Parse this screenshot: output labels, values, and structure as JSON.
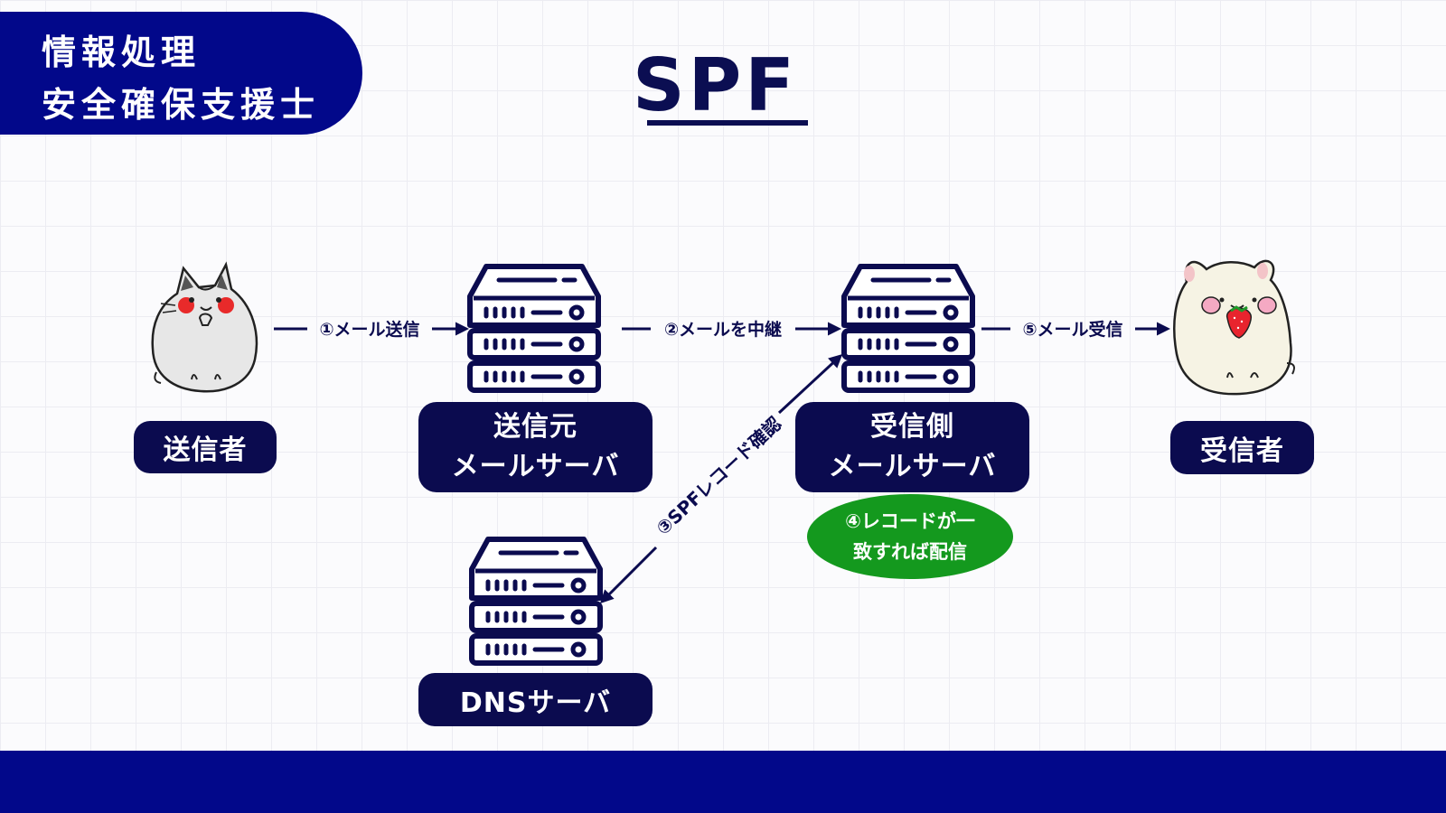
{
  "header": {
    "category_line1": "情報処理",
    "category_line2": "安全確保支援士",
    "title": "SPF"
  },
  "nodes": {
    "sender": "送信者",
    "sending_server_line1": "送信元",
    "sending_server_line2": "メールサーバ",
    "receiving_server_line1": "受信側",
    "receiving_server_line2": "メールサーバ",
    "recipient": "受信者",
    "dns_server": "DNSサーバ"
  },
  "steps": {
    "step1": "①メール送信",
    "step2": "②メールを中継",
    "step3": "③SPFレコード確認",
    "step4_line1": "④レコードが一",
    "step4_line2": "致すれば配信",
    "step5": "⑤メール受信"
  },
  "colors": {
    "brand_blue": "#02088a",
    "dark_navy": "#0b0b4f",
    "accent_green": "#14991e",
    "grid": "#ececf2"
  },
  "icons": [
    "cat-illustration",
    "server-icon",
    "hamster-illustration",
    "arrow-icon"
  ]
}
